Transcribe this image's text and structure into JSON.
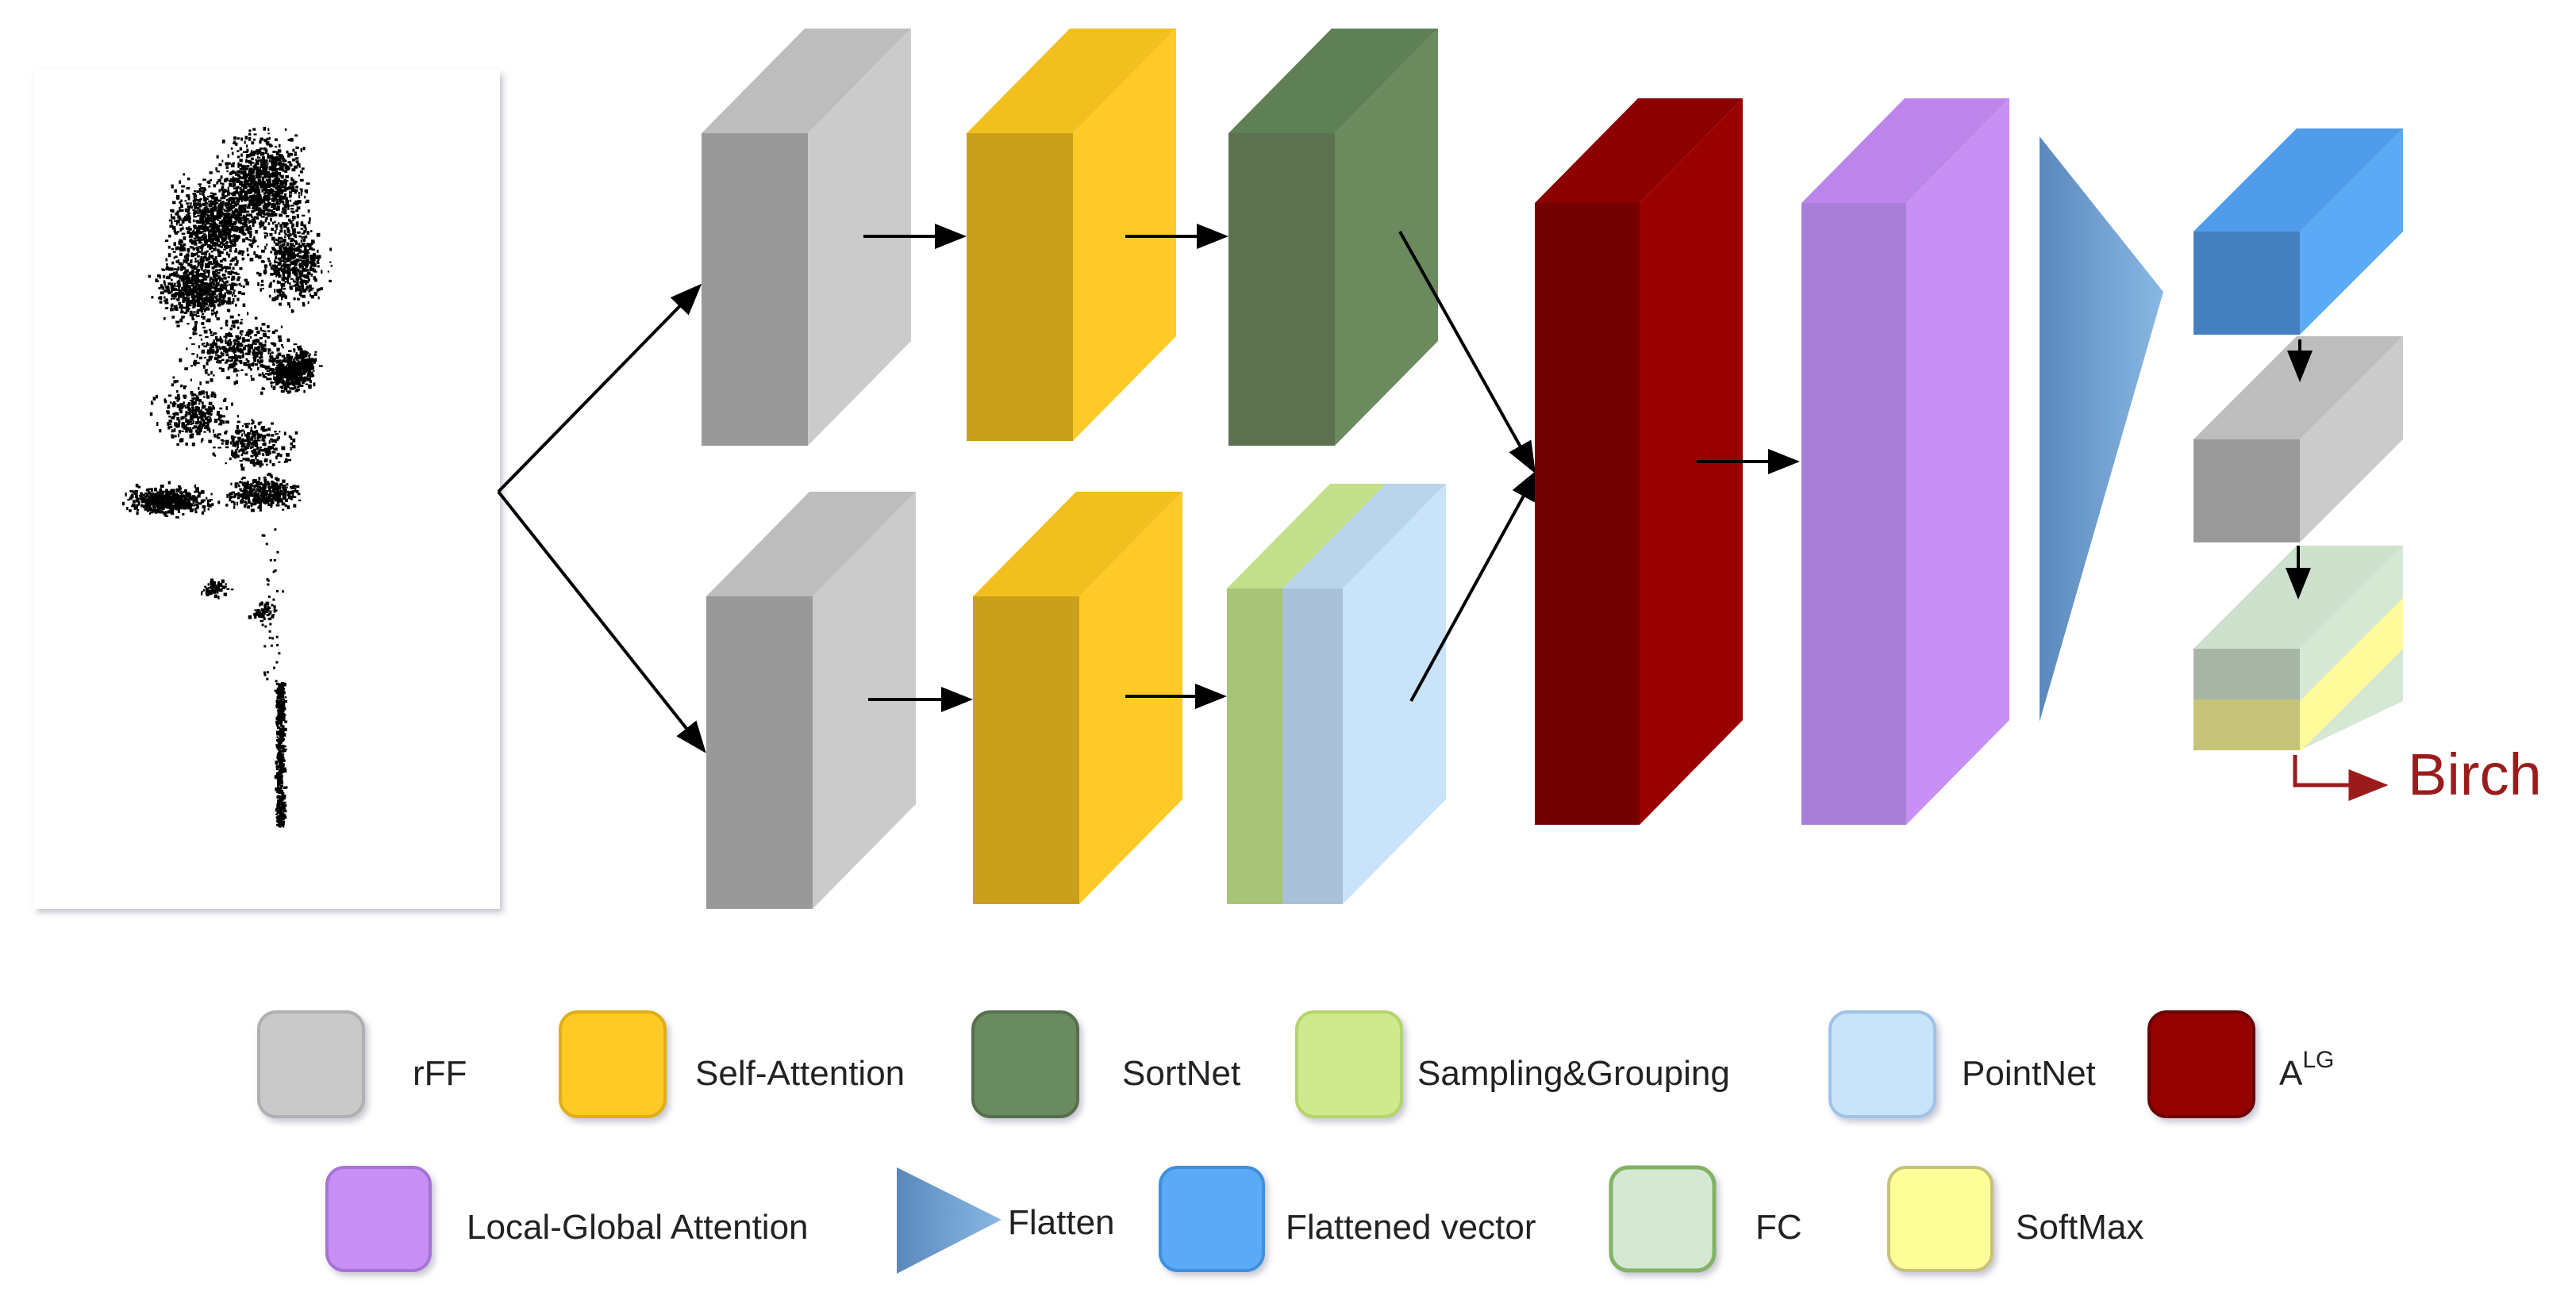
{
  "output": {
    "class_label": "Birch"
  },
  "legend": {
    "rff": "rFF",
    "self_attention": "Self-Attention",
    "sortnet": "SortNet",
    "sampling_grouping": "Sampling&Grouping",
    "pointnet": "PointNet",
    "alg_base": "A",
    "alg_sup": "LG",
    "local_global_attention": "Local-Global Attention",
    "flatten": "Flatten",
    "flattened_vector": "Flattened vector",
    "fc": "FC",
    "softmax": "SoftMax"
  },
  "colors": {
    "rff": "#c9c9c9",
    "self_attention": "#ffca28",
    "sortnet": "#6b8a5e",
    "sampling_grouping": "#cfe98f",
    "pointnet": "#c9e3fb",
    "alg": "#950000",
    "local_global_attention": "#c88ff5",
    "flatten": "#5f8fc0",
    "flattened_vector": "#5aaaf5",
    "fc": "#d5e8d4",
    "softmax": "#ffff99",
    "output_arrow": "#9b1b1b"
  }
}
